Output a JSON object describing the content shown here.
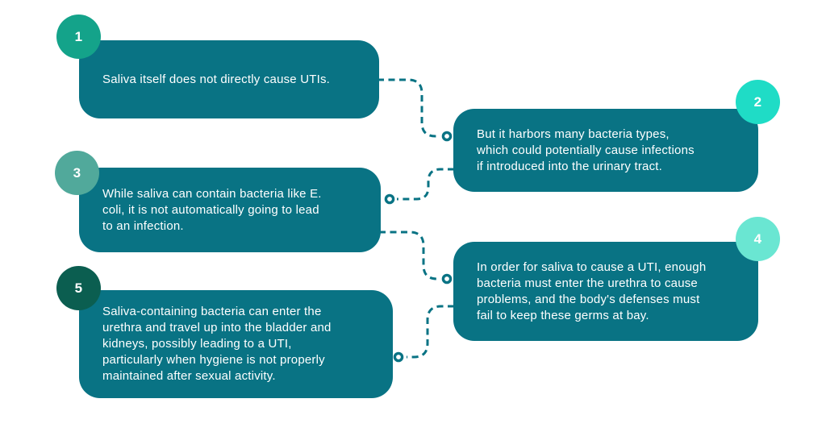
{
  "colors": {
    "box": "#097384",
    "connector": "#097384",
    "text": "#ffffff",
    "background": "#ffffff",
    "badge1": "#14a38a",
    "badge2": "#1fdcc6",
    "badge3": "#51a99b",
    "badge4": "#6ae6d2",
    "badge5": "#0b5e50"
  },
  "steps": [
    {
      "number": "1",
      "badge_color": "#14a38a",
      "text": "Saliva itself does not directly cause UTIs."
    },
    {
      "number": "2",
      "badge_color": "#1fdcc6",
      "text": "But it harbors many bacteria types,\nwhich could potentially cause infections\nif introduced into the urinary tract."
    },
    {
      "number": "3",
      "badge_color": "#51a99b",
      "text": "While saliva can contain bacteria like E.\ncoli, it is not automatically going to lead\nto an infection."
    },
    {
      "number": "4",
      "badge_color": "#6ae6d2",
      "text": "In order for saliva to cause a UTI, enough\nbacteria must enter the urethra to cause\nproblems, and the body's defenses must\nfail to keep these germs at bay."
    },
    {
      "number": "5",
      "badge_color": "#0b5e50",
      "text": "Saliva-containing bacteria can enter the\nurethra and travel up into the bladder and\nkidneys, possibly leading to a UTI,\nparticularly when hygiene is not properly\nmaintained after sexual activity."
    }
  ]
}
